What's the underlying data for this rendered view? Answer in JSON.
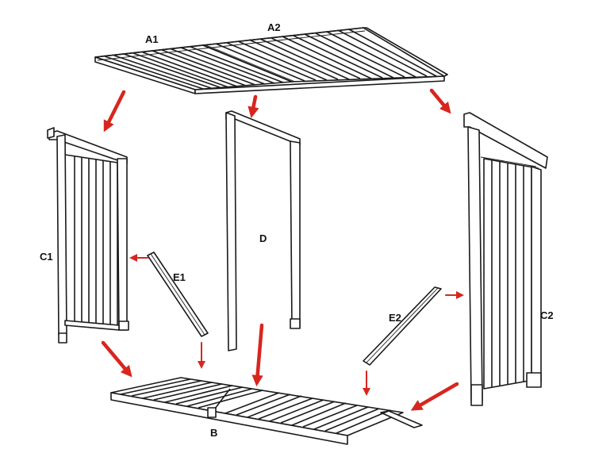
{
  "labels": {
    "a1": "A1",
    "a2": "A2",
    "b": "B",
    "c1": "C1",
    "c2": "C2",
    "d": "D",
    "e1": "E1",
    "e2": "E2"
  },
  "colors": {
    "arrow": "#d7261e",
    "line": "#1a1a1a",
    "fill": "#ffffff"
  }
}
